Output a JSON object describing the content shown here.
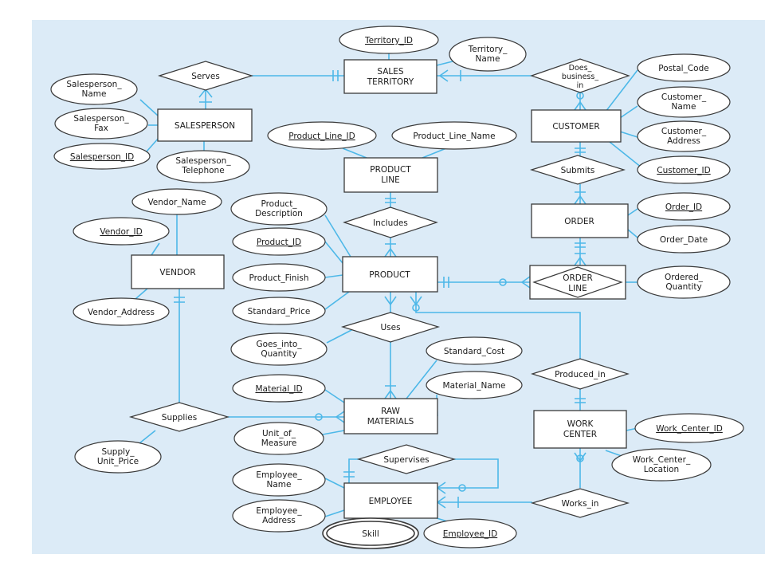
{
  "colors": {
    "background": "#dcebf7",
    "line": "#4db8e8",
    "box_fill": "#ffffff",
    "outline": "#3a3a3a"
  },
  "entities": {
    "sales_territory": [
      "SALES",
      "TERRITORY"
    ],
    "salesperson": [
      "SALESPERSON"
    ],
    "customer": [
      "CUSTOMER"
    ],
    "product_line": [
      "PRODUCT",
      "LINE"
    ],
    "order": [
      "ORDER"
    ],
    "vendor": [
      "VENDOR"
    ],
    "product": [
      "PRODUCT"
    ],
    "order_line": [
      "ORDER",
      "LINE"
    ],
    "raw_materials": [
      "RAW",
      "MATERIALS"
    ],
    "work_center": [
      "WORK",
      "CENTER"
    ],
    "employee": [
      "EMPLOYEE"
    ]
  },
  "relationships": {
    "serves": [
      "Serves"
    ],
    "does_business_in": [
      "Does_",
      "business_",
      "in"
    ],
    "submits": [
      "Submits"
    ],
    "includes": [
      "Includes"
    ],
    "uses": [
      "Uses"
    ],
    "produced_in": [
      "Produced_in"
    ],
    "supplies": [
      "Supplies"
    ],
    "supervises": [
      "Supervises"
    ],
    "works_in": [
      "Works_in"
    ]
  },
  "attributes": {
    "territory_id": [
      "Territory_ID"
    ],
    "territory_name": [
      "Territory_",
      "Name"
    ],
    "salesperson_name": [
      "Salesperson_",
      "Name"
    ],
    "salesperson_fax": [
      "Salesperson_",
      "Fax"
    ],
    "salesperson_id": [
      "Salesperson_ID"
    ],
    "salesperson_telephone": [
      "Salesperson_",
      "Telephone"
    ],
    "postal_code": [
      "Postal_Code"
    ],
    "customer_name": [
      "Customer_",
      "Name"
    ],
    "customer_address": [
      "Customer_",
      "Address"
    ],
    "customer_id": [
      "Customer_ID"
    ],
    "product_line_id": [
      "Product_Line_ID"
    ],
    "product_line_name": [
      "Product_Line_Name"
    ],
    "vendor_name": [
      "Vendor_Name"
    ],
    "vendor_id": [
      "Vendor_ID"
    ],
    "vendor_address": [
      "Vendor_Address"
    ],
    "product_description": [
      "Product_",
      "Description"
    ],
    "product_id": [
      "Product_ID"
    ],
    "product_finish": [
      "Product_Finish"
    ],
    "standard_price": [
      "Standard_Price"
    ],
    "order_id": [
      "Order_ID"
    ],
    "order_date": [
      "Order_Date"
    ],
    "ordered_quantity": [
      "Ordered_",
      "Quantity"
    ],
    "goes_into_quantity": [
      "Goes_into_",
      "Quantity"
    ],
    "standard_cost": [
      "Standard_Cost"
    ],
    "material_name": [
      "Material_Name"
    ],
    "material_id": [
      "Material_ID"
    ],
    "unit_of_measure": [
      "Unit_of_",
      "Measure"
    ],
    "supply_unit_price": [
      "Supply_",
      "Unit_Price"
    ],
    "work_center_id": [
      "Work_Center_ID"
    ],
    "work_center_location": [
      "Work_Center_",
      "Location"
    ],
    "employee_name": [
      "Employee_",
      "Name"
    ],
    "employee_address": [
      "Employee_",
      "Address"
    ],
    "skill": [
      "Skill"
    ],
    "employee_id": [
      "Employee_ID"
    ]
  }
}
